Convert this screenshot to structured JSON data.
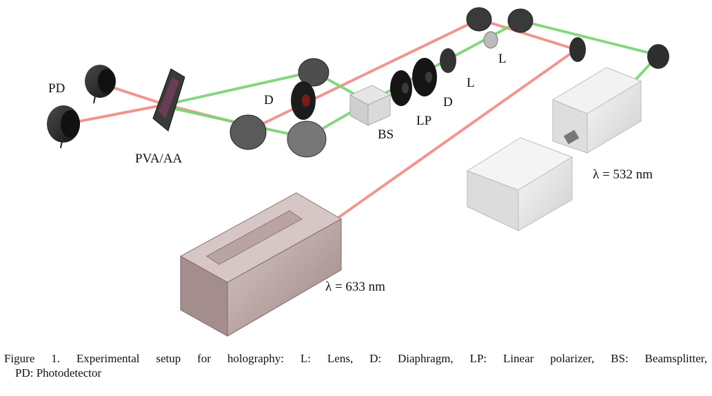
{
  "labels": {
    "pd": "PD",
    "pva": "PVA/AA",
    "d_left": "D",
    "bs": "BS",
    "lp": "LP",
    "d_right": "D",
    "l_mid": "L",
    "l_top": "L",
    "laser_green": "λ = 532 nm",
    "laser_red": "λ = 633 nm"
  },
  "caption": {
    "line1": "Figure 1. Experimental setup for holography: L: Lens, D: Diaphragm, LP: Linear polarizer, BS: Beamsplitter,",
    "line2": "PD: Photodetector"
  },
  "colors": {
    "red_beam": "#f08a84",
    "green_beam": "#7fd47a",
    "green_laser_body": "#e6e6e6",
    "red_laser_body": "#bfa9a8",
    "optic_dark": "#2b2b2b"
  }
}
